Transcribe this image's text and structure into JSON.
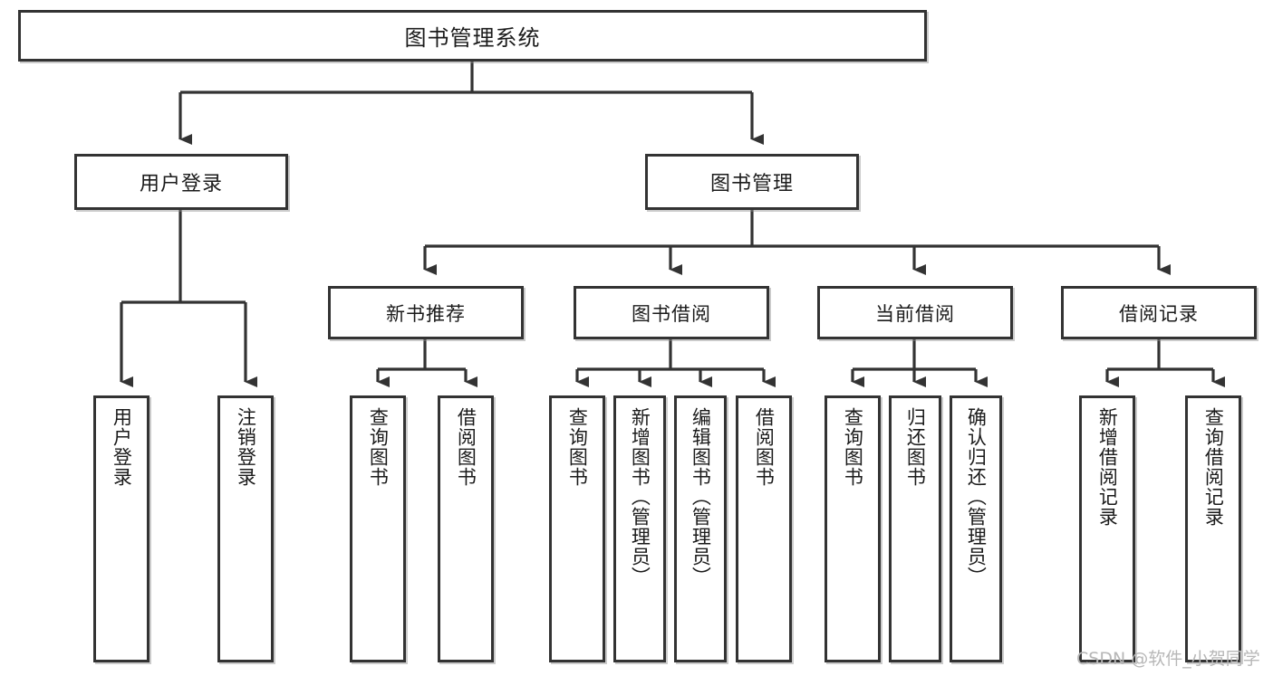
{
  "diagram": {
    "type": "tree",
    "title": "图书管理系统",
    "watermark": "CSDN @软件_小贺同学",
    "colors": {
      "stroke": "#333333",
      "fill": "#ffffff",
      "text": "#1b1b1b",
      "watermark": "#b7b7b7"
    },
    "nodes": {
      "root": {
        "label": "图书管理系统"
      },
      "level1": [
        {
          "id": "user-login",
          "label": "用户登录"
        },
        {
          "id": "book-manage",
          "label": "图书管理"
        }
      ],
      "level2": [
        {
          "id": "new-book-recommend",
          "label": "新书推荐"
        },
        {
          "id": "book-borrow",
          "label": "图书借阅"
        },
        {
          "id": "current-borrow",
          "label": "当前借阅"
        },
        {
          "id": "borrow-record",
          "label": "借阅记录"
        }
      ],
      "leaves": [
        {
          "id": "leaf-user-login",
          "label": "用户登录",
          "parent": "user-login"
        },
        {
          "id": "leaf-user-logout",
          "label": "注销登录",
          "parent": "user-login"
        },
        {
          "id": "leaf-query-book-1",
          "label": "查询图书",
          "parent": "new-book-recommend"
        },
        {
          "id": "leaf-borrow-book-1",
          "label": "借阅图书",
          "parent": "new-book-recommend"
        },
        {
          "id": "leaf-query-book-2",
          "label": "查询图书",
          "parent": "book-borrow"
        },
        {
          "id": "leaf-add-book",
          "label": "新增图书（管理员）",
          "parent": "book-borrow"
        },
        {
          "id": "leaf-edit-book",
          "label": "编辑图书（管理员）",
          "parent": "book-borrow"
        },
        {
          "id": "leaf-borrow-book-2",
          "label": "借阅图书",
          "parent": "book-borrow"
        },
        {
          "id": "leaf-query-book-3",
          "label": "查询图书",
          "parent": "current-borrow"
        },
        {
          "id": "leaf-return-book",
          "label": "归还图书",
          "parent": "current-borrow"
        },
        {
          "id": "leaf-confirm-return",
          "label": "确认归还（管理员）",
          "parent": "current-borrow"
        },
        {
          "id": "leaf-add-record",
          "label": "新增借阅记录",
          "parent": "borrow-record"
        },
        {
          "id": "leaf-query-record",
          "label": "查询借阅记录",
          "parent": "borrow-record"
        }
      ]
    }
  }
}
